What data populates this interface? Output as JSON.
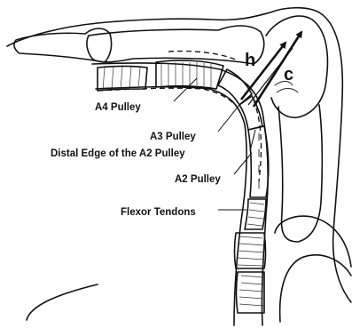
{
  "labels": {
    "a4": "A4 Pulley",
    "a3": "A3 Pulley",
    "a2_edge": "Distal Edge of the A2 Pulley",
    "a2": "A2 Pulley",
    "flexor": "Flexor Tendons"
  },
  "letters": {
    "h": "h",
    "c": "c"
  }
}
